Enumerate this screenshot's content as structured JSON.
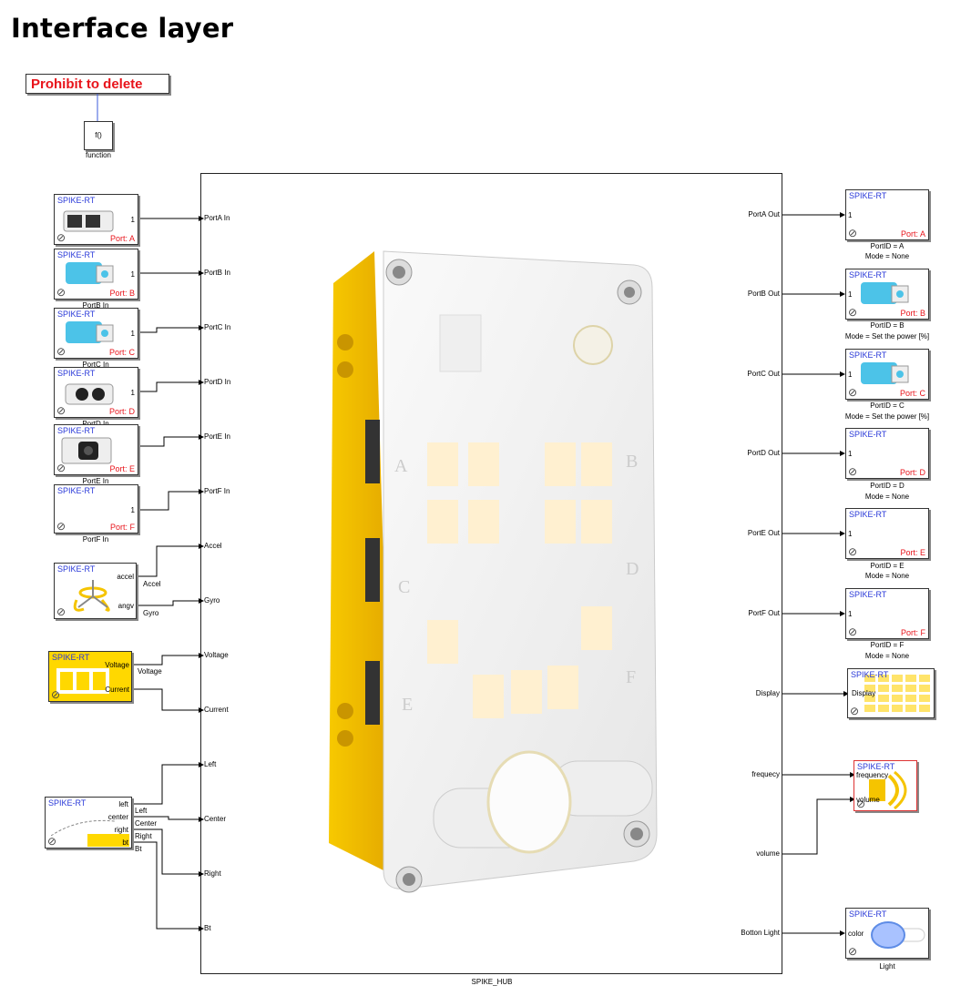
{
  "page": {
    "title": "Interface layer"
  },
  "prohibit": {
    "label": "Prohibit to delete"
  },
  "function_block": {
    "label": "f()",
    "caption": "function"
  },
  "brand": "SPIKE-RT",
  "hub": {
    "caption": "SPIKE_HUB",
    "inputs": [
      "PortA In",
      "PortB In",
      "PortC In",
      "PortD In",
      "PortE In",
      "PortF In",
      "Accel",
      "Gyro",
      "Voltage",
      "Current",
      "Left",
      "Center",
      "Right",
      "Bt"
    ],
    "outputs": [
      "PortA Out",
      "PortB Out",
      "PortC Out",
      "PortD Out",
      "PortE Out",
      "PortF Out",
      "Display",
      "frequecy",
      "volume",
      "Botton Light"
    ],
    "hub_letters": [
      "A",
      "B",
      "C",
      "D",
      "E",
      "F"
    ]
  },
  "left_blocks": {
    "port_a": {
      "port": "Port: A",
      "out": "1"
    },
    "port_b": {
      "port": "Port: B",
      "out": "1",
      "caption": "PortB In"
    },
    "port_c": {
      "port": "Port: C",
      "out": "1",
      "caption": "PortC In"
    },
    "port_d": {
      "port": "Port: D",
      "out": "1",
      "caption": "PortD In"
    },
    "port_e": {
      "port": "Port: E",
      "out": "1",
      "caption": "PortE In"
    },
    "port_f": {
      "port": "Port: F",
      "out": "1",
      "caption": "PortF In"
    },
    "imu": {
      "accel_port": "accel",
      "angv_port": "angv",
      "accel_sig": "Accel",
      "gyro_sig": "Gyro"
    },
    "battery": {
      "voltage_port": "Voltage",
      "current_port": "Current",
      "voltage_sig": "Voltage"
    },
    "buttons": {
      "ports": [
        "left",
        "center",
        "right",
        "bt"
      ],
      "sigs": [
        "Left",
        "Center",
        "Right",
        "Bt"
      ]
    }
  },
  "right_blocks": {
    "port_a": {
      "in": "1",
      "port": "Port: A",
      "cap1": "PortID = A",
      "cap2": "Mode = None"
    },
    "port_b": {
      "in": "1",
      "port": "Port: B",
      "cap1": "PortID = B",
      "cap2": "Mode = Set the power [%]"
    },
    "port_c": {
      "in": "1",
      "port": "Port: C",
      "cap1": "PortID = C",
      "cap2": "Mode = Set the power [%]"
    },
    "port_d": {
      "in": "1",
      "port": "Port: D",
      "cap1": "PortID = D",
      "cap2": "Mode = None"
    },
    "port_e": {
      "in": "1",
      "port": "Port: E",
      "cap1": "PortID = E",
      "cap2": "Mode = None"
    },
    "port_f": {
      "in": "1",
      "port": "Port: F",
      "cap1": "PortID = F",
      "cap2": "Mode = None"
    },
    "display": {
      "port": "Display"
    },
    "speaker": {
      "freq_port": "frequency",
      "vol_port": "volume"
    },
    "light": {
      "port": "color",
      "caption": "Light"
    }
  },
  "colors": {
    "accent_red": "#e8141b",
    "accent_blue": "#2a39d8",
    "hub_yellow": "#f5c400",
    "motor_cyan": "#4cc3e8"
  }
}
